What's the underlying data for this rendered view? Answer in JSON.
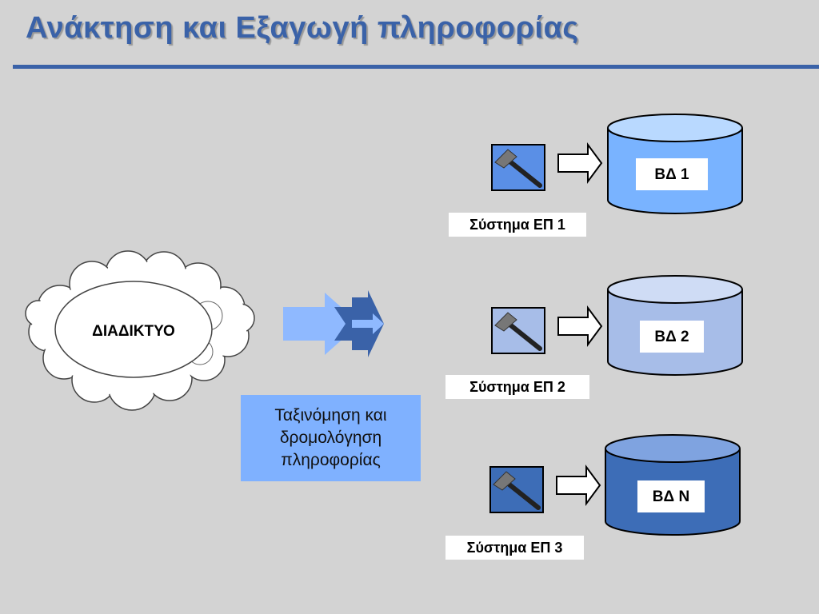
{
  "title": "Ανάκτηση και Εξαγωγή πληροφορίας",
  "internet_label": "ΔΙΑΔΙΚΤΥΟ",
  "classify_lines": [
    "Ταξινόμηση και",
    "δρομολόγηση",
    "πληροφορίας"
  ],
  "systems": [
    {
      "system_label": "Σύστημα ΕΠ 1",
      "db_label": "ΒΔ 1",
      "db_color": "#79b3ff",
      "db_top_color": "#b9d9ff",
      "tool_bg": "#5a8fe6"
    },
    {
      "system_label": "Σύστημα ΕΠ 2",
      "db_label": "ΒΔ 2",
      "db_color": "#a7bde8",
      "db_top_color": "#cfdcf5",
      "tool_bg": "#a7bde8"
    },
    {
      "system_label": "Σύστημα ΕΠ 3",
      "db_label": "ΒΔ Ν",
      "db_color": "#3d6db7",
      "db_top_color": "#7fa3e0",
      "tool_bg": "#3d6db7"
    }
  ],
  "colors": {
    "title": "#3a62a8",
    "background": "#d3d3d3",
    "router_arrow": "#8fb9ff",
    "router_split": "#3a62a8"
  }
}
